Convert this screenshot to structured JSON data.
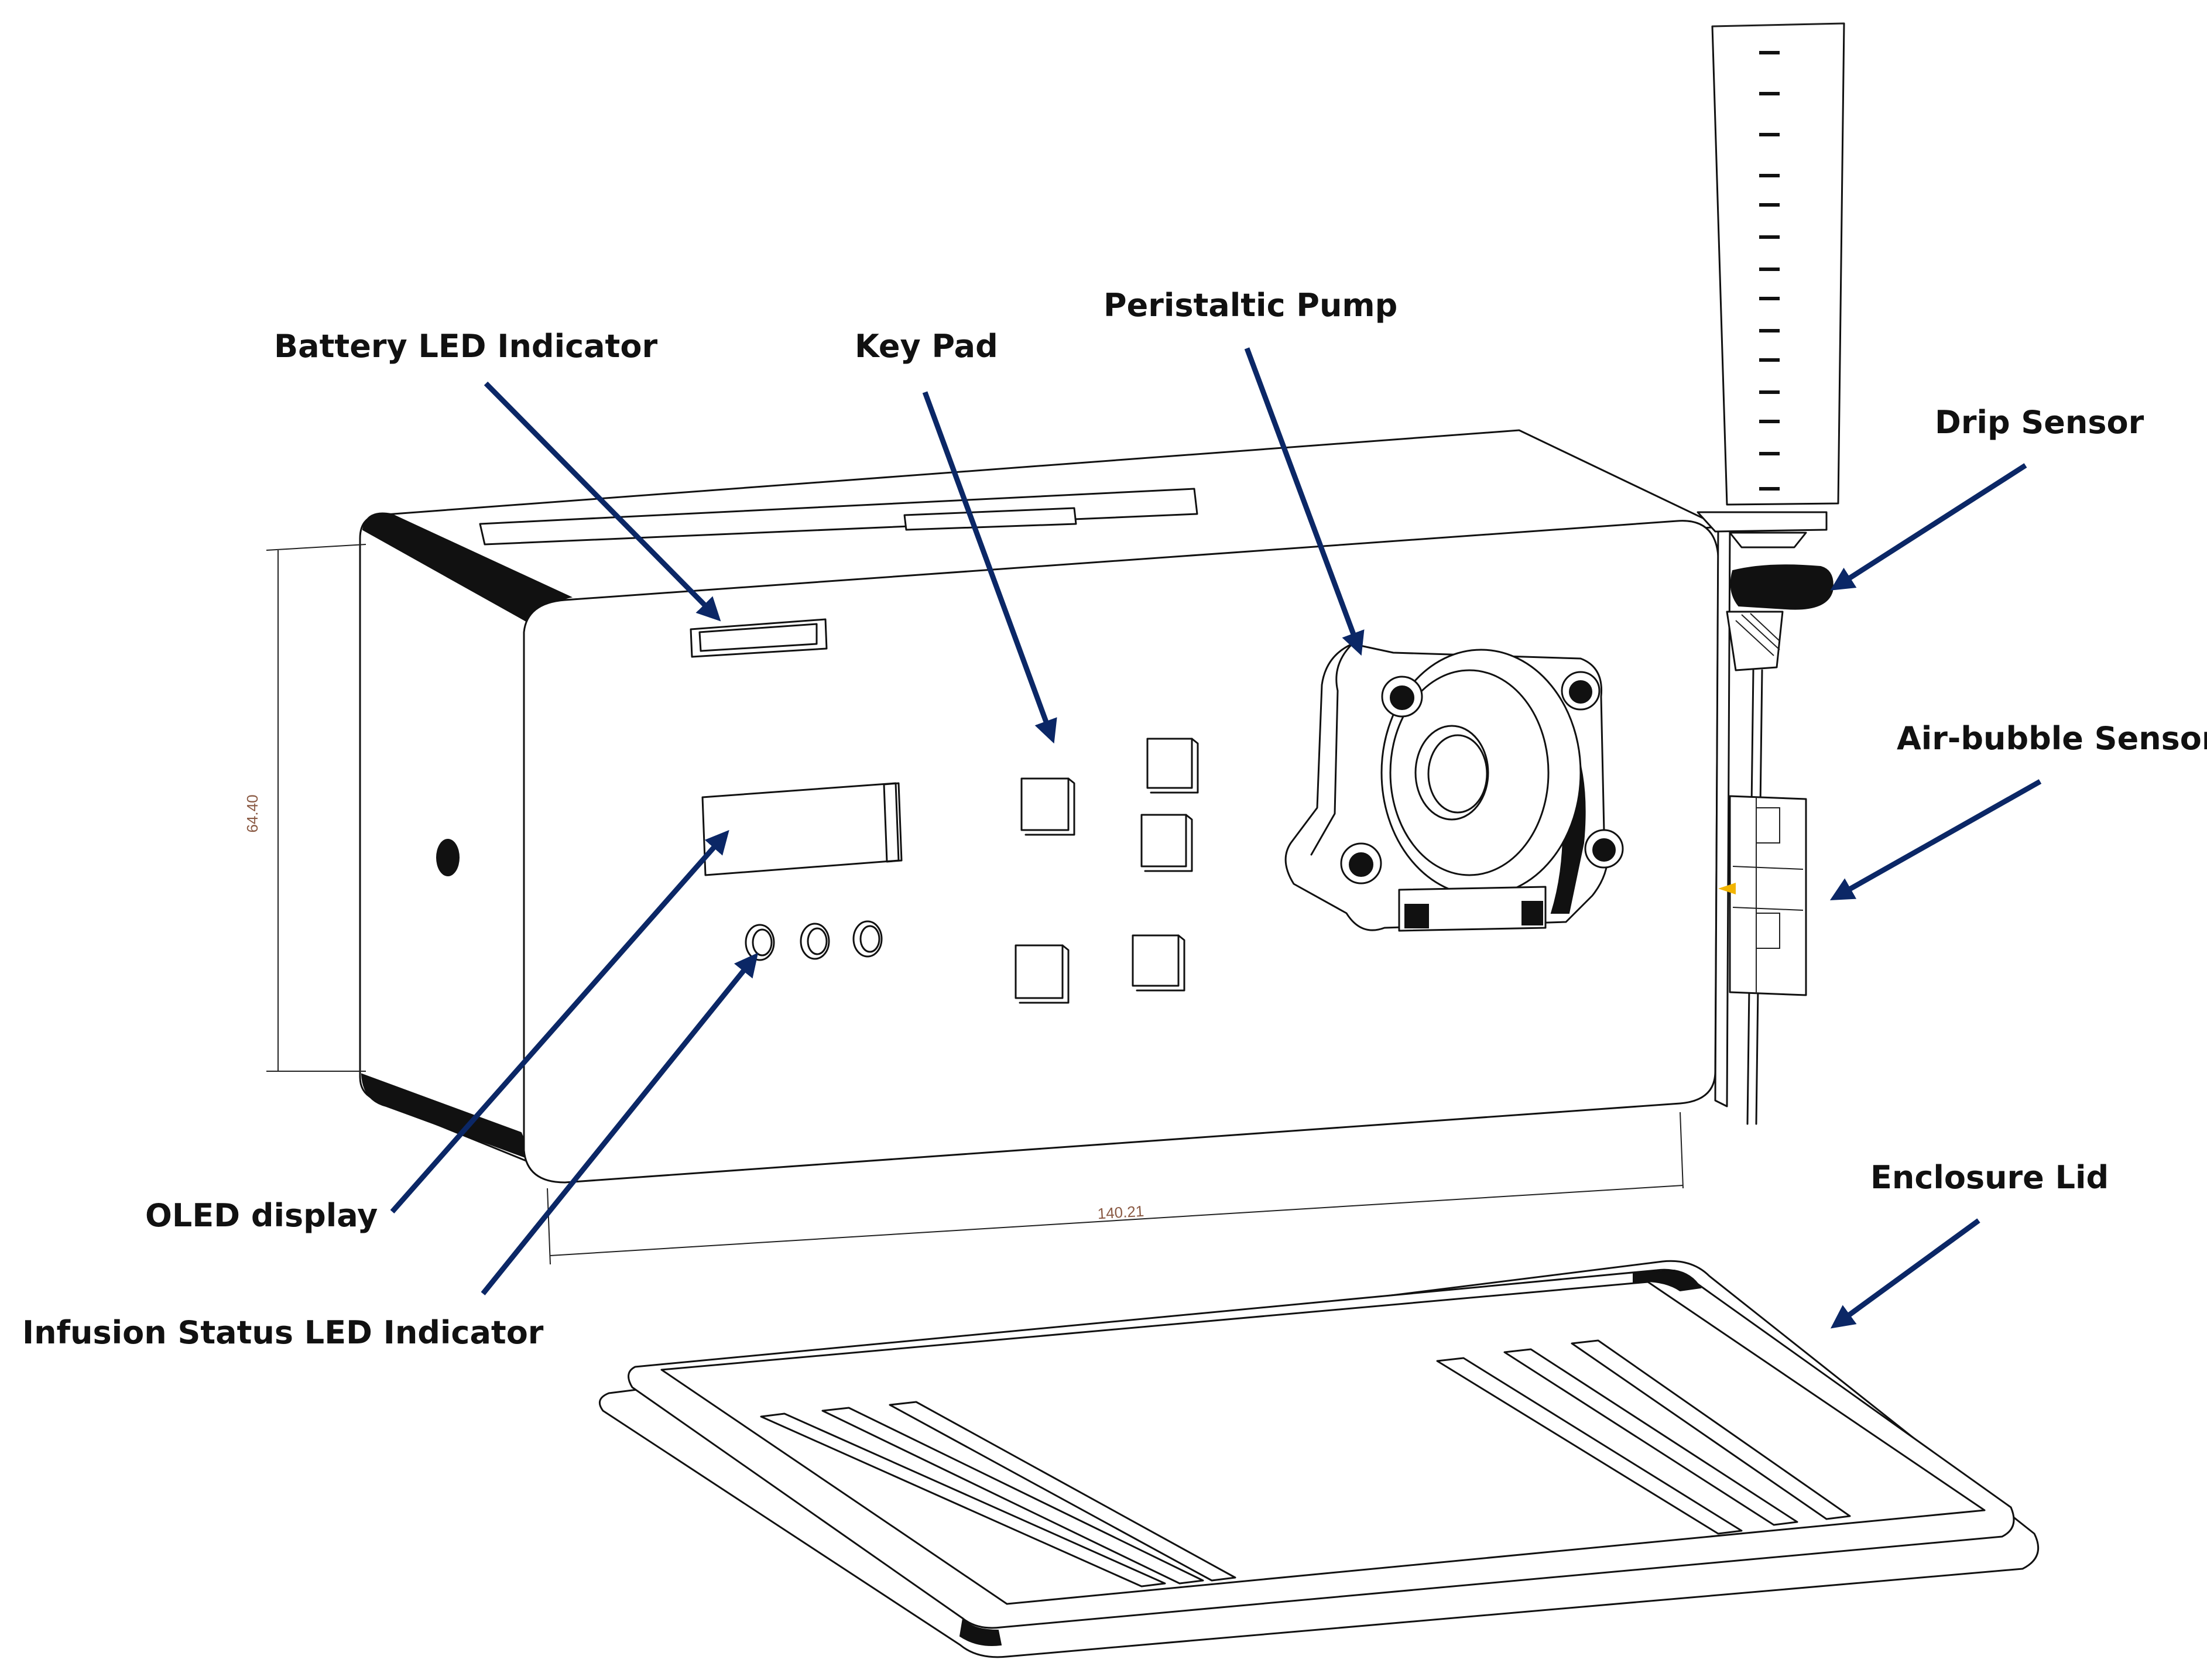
{
  "labels": {
    "battery_led": "Battery LED Indicator",
    "key_pad": "Key Pad",
    "peristaltic_pump": "Peristaltic Pump",
    "drip_sensor": "Drip Sensor",
    "air_bubble_sensor": "Air-bubble Sensor",
    "enclosure_lid": "Enclosure Lid",
    "oled_display": "OLED display",
    "infusion_status_led": "Infusion Status LED Indicator"
  },
  "dimensions": {
    "height": "64.40",
    "width": "140.21"
  },
  "colors": {
    "arrow": "#0b2766",
    "line": "#111111",
    "dimension_text": "#8a5a44",
    "indicator_marker": "#f2b400"
  }
}
